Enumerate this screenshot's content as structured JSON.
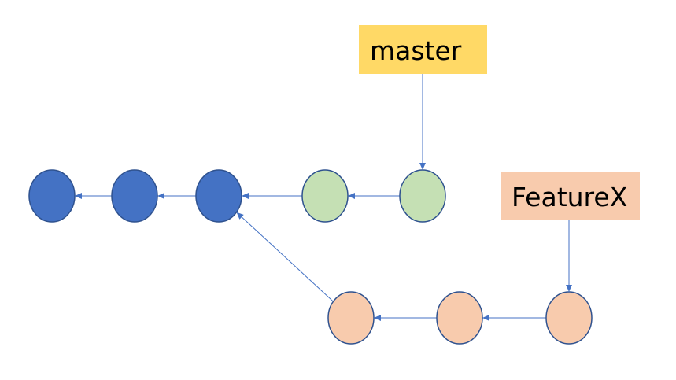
{
  "diagram": {
    "type": "git-branch-graph",
    "branches": [
      {
        "name": "master",
        "color": "#FFD966",
        "points_to_commit": "m2"
      },
      {
        "name": "FeatureX",
        "color": "#F8CBAD",
        "points_to_commit": "f3"
      }
    ],
    "commits": [
      {
        "id": "c1",
        "group": "shared",
        "fill": "#4472C4",
        "stroke": "#2F528F"
      },
      {
        "id": "c2",
        "group": "shared",
        "fill": "#4472C4",
        "stroke": "#2F528F"
      },
      {
        "id": "c3",
        "group": "shared",
        "fill": "#4472C4",
        "stroke": "#2F528F"
      },
      {
        "id": "m1",
        "group": "master",
        "fill": "#C5E0B4",
        "stroke": "#2F528F"
      },
      {
        "id": "m2",
        "group": "master",
        "fill": "#C5E0B4",
        "stroke": "#2F528F"
      },
      {
        "id": "f1",
        "group": "feature",
        "fill": "#F8CBAD",
        "stroke": "#2F528F"
      },
      {
        "id": "f2",
        "group": "feature",
        "fill": "#F8CBAD",
        "stroke": "#2F528F"
      },
      {
        "id": "f3",
        "group": "feature",
        "fill": "#F8CBAD",
        "stroke": "#2F528F"
      }
    ],
    "parent_links": [
      {
        "from": "c2",
        "to": "c1"
      },
      {
        "from": "c3",
        "to": "c2"
      },
      {
        "from": "m1",
        "to": "c3"
      },
      {
        "from": "m2",
        "to": "m1"
      },
      {
        "from": "f1",
        "to": "c3"
      },
      {
        "from": "f2",
        "to": "f1"
      },
      {
        "from": "f3",
        "to": "f2"
      }
    ],
    "arrow_color": "#4472C4"
  }
}
